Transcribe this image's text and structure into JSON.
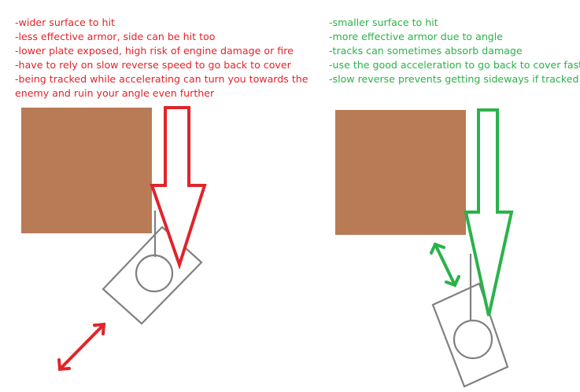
{
  "colors": {
    "bad": "#e0242b",
    "good": "#2ab24a",
    "cover": "#b87b56",
    "tank": "#808080",
    "background": "#ffffff"
  },
  "left_panel": {
    "notes": [
      "-wider surface to hit",
      "-less effective armor, side can be hit too",
      "-lower plate exposed, high risk of engine damage or fire",
      "-have to rely on slow reverse speed to go back to cover",
      "-being tracked while accelerating can turn you towards the",
      "enemy and ruin your angle even further"
    ]
  },
  "right_panel": {
    "notes": [
      "-smaller surface to hit",
      "-more effective armor due to angle",
      "-tracks can sometimes absorb damage",
      "-use the good acceleration to go back to cover fast",
      "-slow reverse prevents getting sideways if tracked"
    ]
  }
}
